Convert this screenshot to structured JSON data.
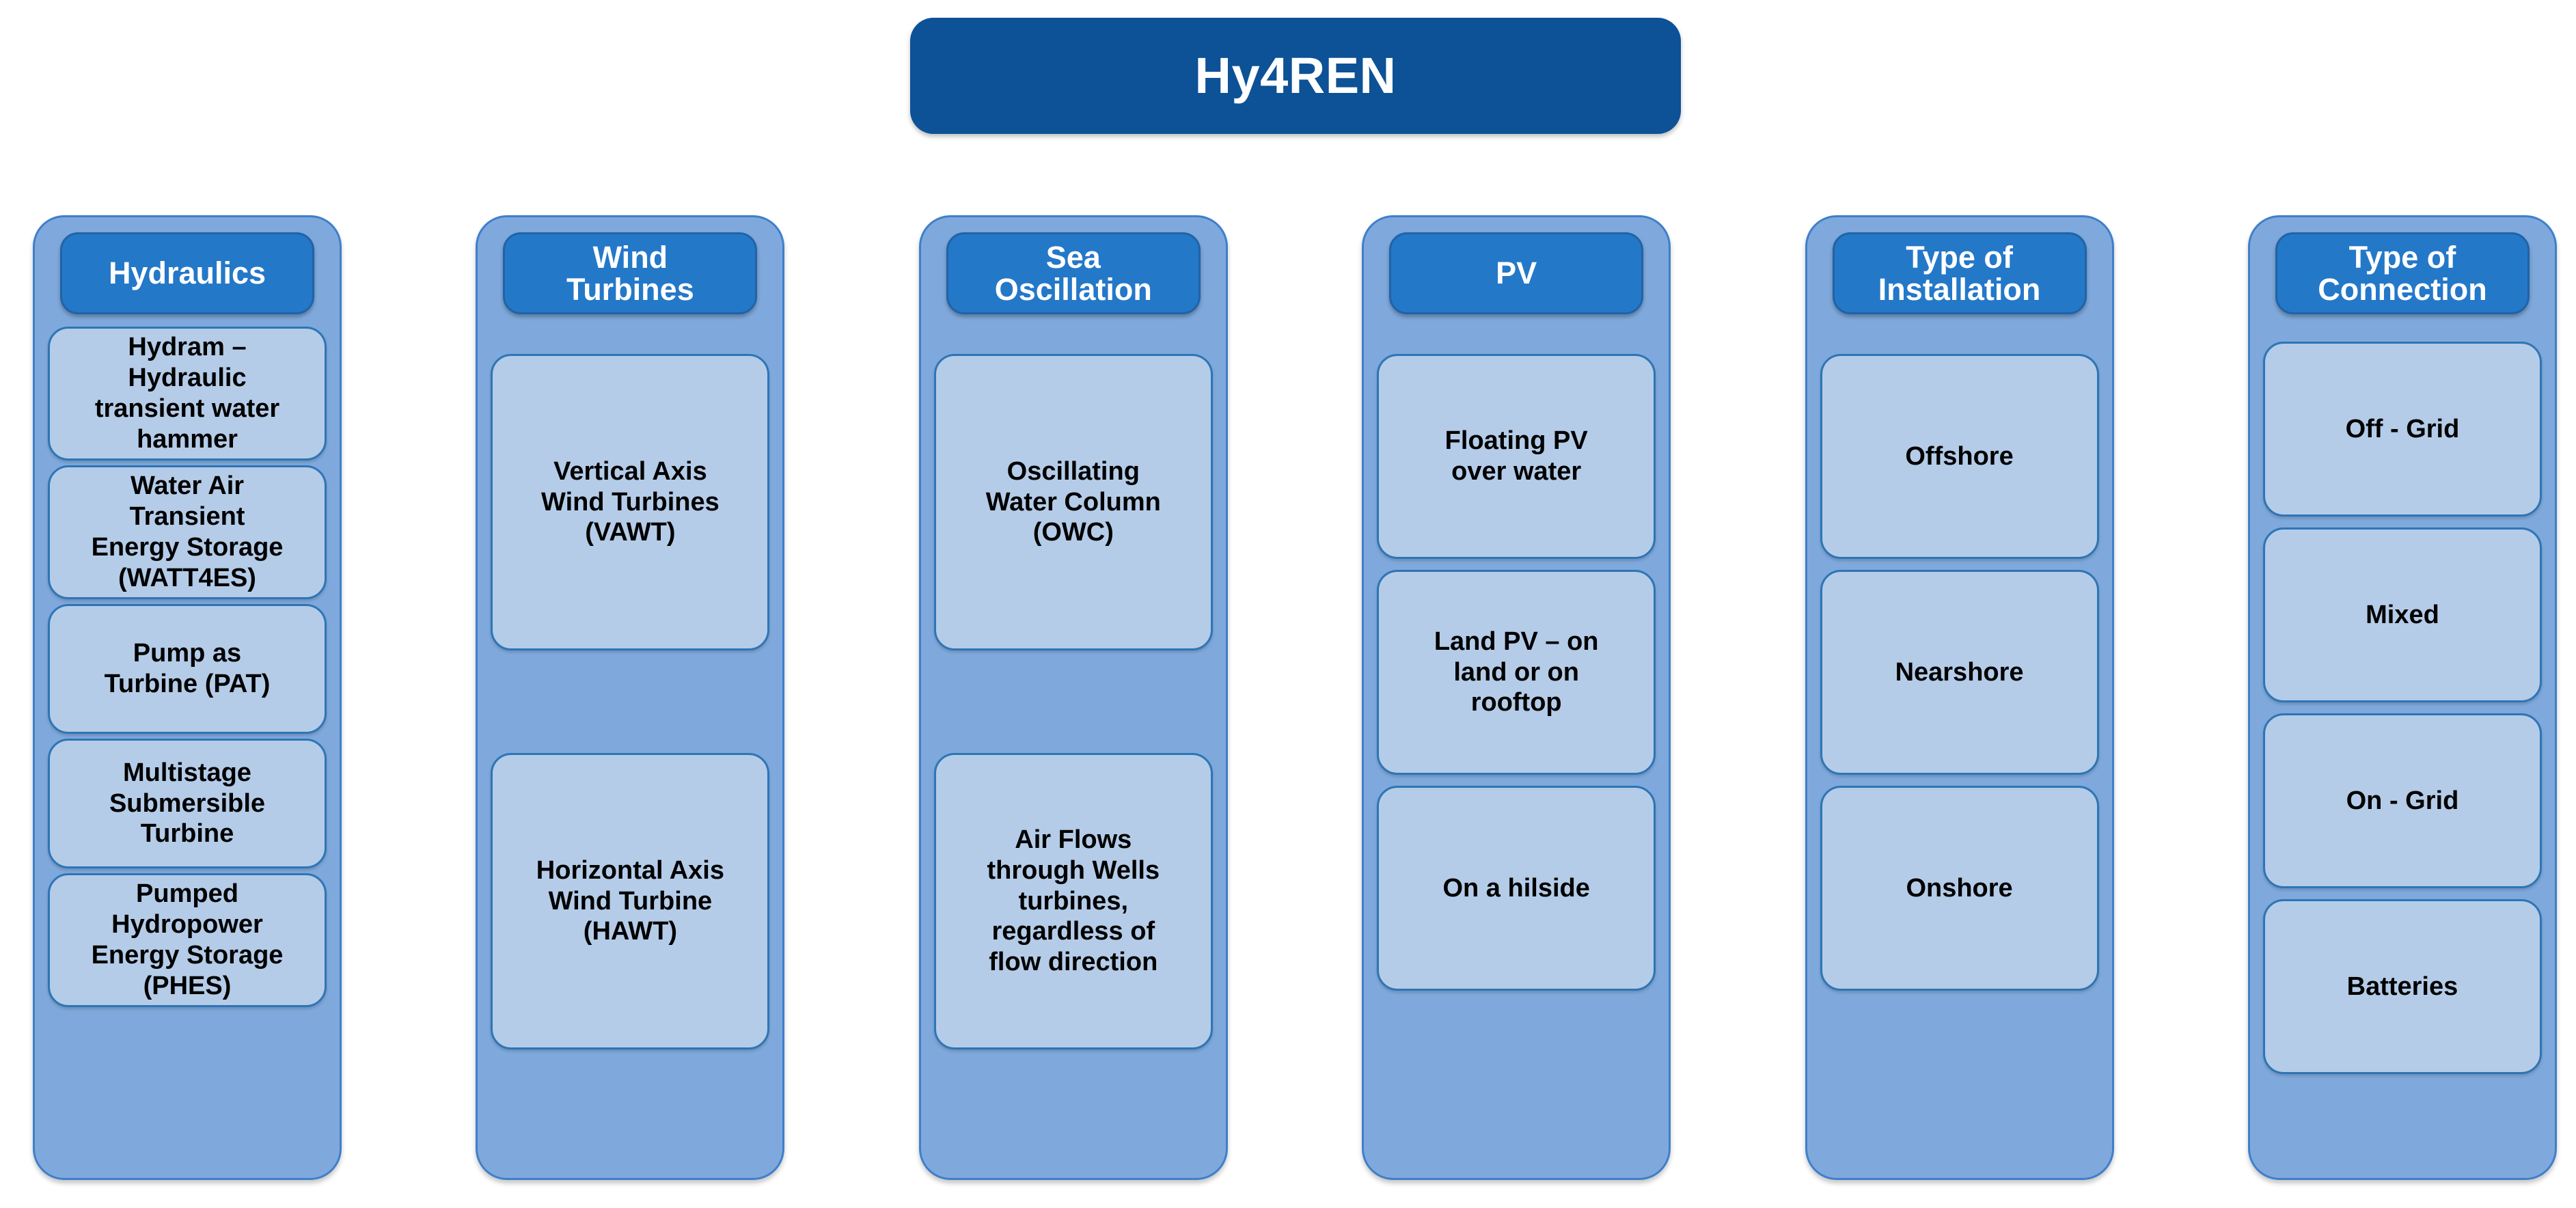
{
  "title": {
    "text": "Hy4REN",
    "background_color": "#0D5196",
    "text_color": "#FFFFFF"
  },
  "theme": {
    "column_background": "#7FA9DC",
    "column_border": "#3F7FCB",
    "header_chip_background": "#2478C8",
    "header_chip_text": "#FFFFFF",
    "card_background": "#B4CCE8",
    "card_border": "#2E75B6",
    "card_text": "#000000",
    "page_background": "#FFFFFF"
  },
  "columns": [
    {
      "key": "hydraulics",
      "header": "Hydraulics",
      "cards": [
        "Hydram –\nHydraulic\ntransient water\nhammer",
        "Water Air\nTransient\nEnergy Storage\n(WATT4ES)",
        "Pump as\nTurbine (PAT)",
        "Multistage\nSubmersible\nTurbine",
        "Pumped\nHydropower\nEnergy Storage\n(PHES)"
      ]
    },
    {
      "key": "wind",
      "header": "Wind\nTurbines",
      "cards": [
        "Vertical Axis\nWind Turbines\n(VAWT)",
        "Horizontal Axis\nWind Turbine\n(HAWT)"
      ]
    },
    {
      "key": "sea",
      "header": "Sea\nOscillation",
      "cards": [
        "Oscillating\nWater Column\n(OWC)",
        "Air Flows\nthrough Wells\nturbines,\nregardless of\nflow direction"
      ]
    },
    {
      "key": "pv",
      "header": "PV",
      "cards": [
        "Floating PV\nover water",
        "Land PV – on\nland or on\nrooftop",
        "On a hilside"
      ]
    },
    {
      "key": "installation",
      "header": "Type of\nInstallation",
      "cards": [
        "Offshore",
        "Nearshore",
        "Onshore"
      ]
    },
    {
      "key": "connection",
      "header": "Type of\nConnection",
      "cards": [
        "Off - Grid",
        "Mixed",
        "On - Grid",
        "Batteries"
      ]
    }
  ]
}
